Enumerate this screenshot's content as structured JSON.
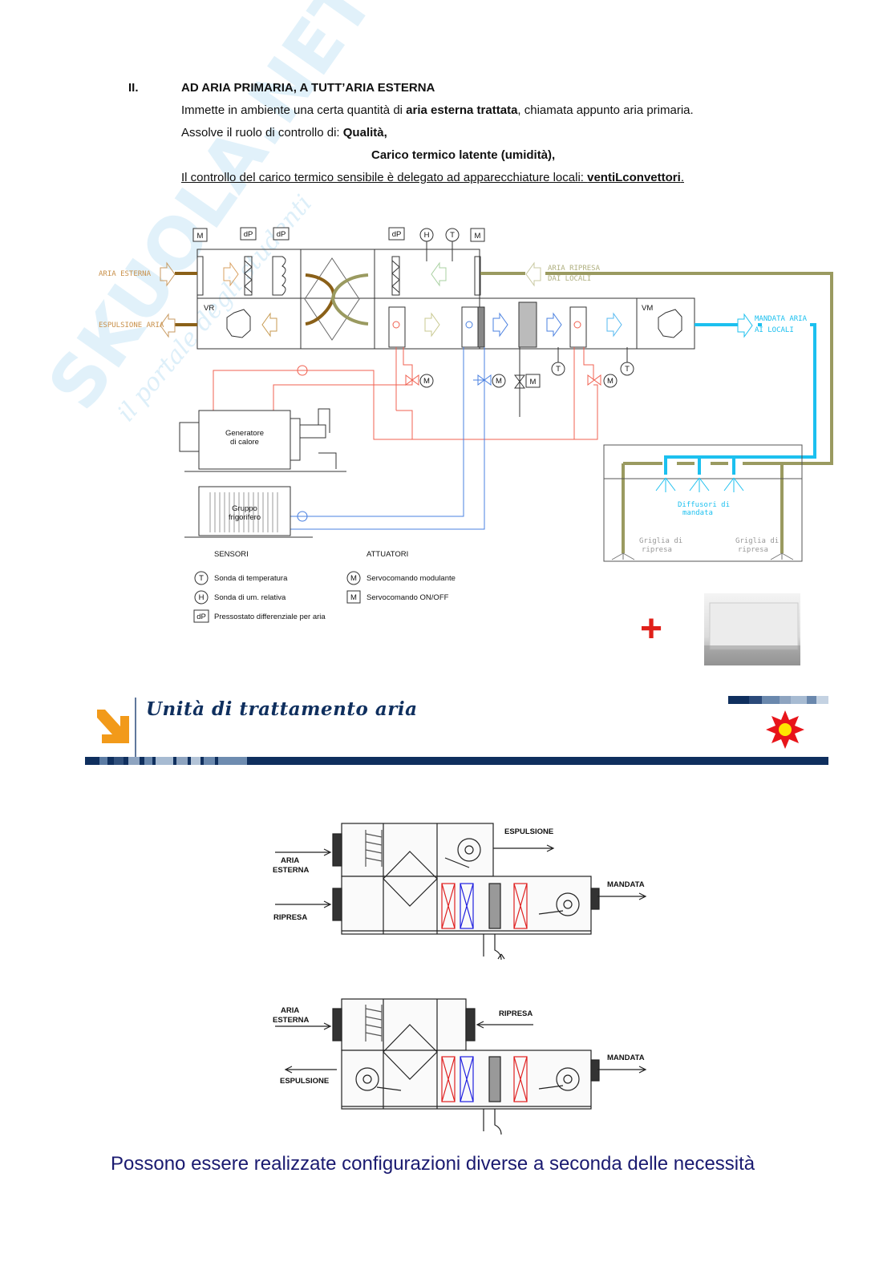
{
  "watermark": {
    "logo": "SKUOLA.NET",
    "tagline": "il portale degli studenti"
  },
  "section": {
    "number": "II.",
    "heading": "AD ARIA PRIMARIA, A TUTT’ARIA ESTERNA",
    "line1_pre": "Immette in ambiente una certa quantità di ",
    "line1_bold": "aria esterna trattata",
    "line1_post": ", chiamata appunto aria primaria.",
    "line2_pre": "Assolve il ruolo di controllo di:  ",
    "line2_bold": "Qualità,",
    "line3_bold": "Carico termico latente (umidità),",
    "line4_pre": "Il controllo del carico termico sensibile è delegato ad apparecchiature locali: ",
    "line4_bold": "ventiLconvettori",
    "line4_post": "."
  },
  "diagram1": {
    "labels": {
      "aria_esterna": "ARIA ESTERNA",
      "espulsione_aria": "ESPULSIONE ARIA",
      "aria_ripresa_1": "ARIA RIPRESA",
      "aria_ripresa_2": "DAI LOCALI",
      "mandata_1": "MANDATA ARIA",
      "mandata_2": "AI LOCALI",
      "vr": "VR",
      "vm": "VM",
      "generatore_1": "Generatore",
      "generatore_2": "di calore",
      "gruppo_1": "Gruppo",
      "gruppo_2": "frigorifero",
      "diffusori_1": "Diffusori di",
      "diffusori_2": "mandata",
      "griglia_1": "Griglia di",
      "griglia_2": "ripresa"
    },
    "symbols": {
      "m": "M",
      "dp": "dP",
      "h": "H",
      "t": "T"
    },
    "legend": {
      "sensors_title": "SENSORI",
      "actuators_title": "ATTUATORI",
      "sensors": [
        {
          "symbol": "T",
          "label": "Sonda di temperatura"
        },
        {
          "symbol": "H",
          "label": "Sonda di um. relativa"
        },
        {
          "symbol": "dP",
          "label": "Pressostato differenziale per aria"
        }
      ],
      "actuators": [
        {
          "symbol": "M",
          "label": "Servocomando modulante"
        },
        {
          "symbol": "M",
          "label": "Servocomando ON/OFF"
        }
      ]
    },
    "plus": "+"
  },
  "slide": {
    "title": "Unità di trattamento aria"
  },
  "diagram2": {
    "aria_1": "ARIA",
    "aria_2": "ESTERNA",
    "ripresa": "RIPRESA",
    "espulsione": "ESPULSIONE",
    "mandata": "MANDATA"
  },
  "diagram3": {
    "aria_1": "ARIA",
    "aria_2": "ESTERNA",
    "ripresa": "RIPRESA",
    "espulsione": "ESPULSIONE",
    "mandata": "MANDATA"
  },
  "caption": "Possono essere realizzate configurazioni diverse a seconda delle necessità",
  "colors": {
    "navy": "#0f2f5e",
    "orange": "#f29a1a",
    "brown": "#8a6018",
    "olive": "#9a9a60",
    "cyan": "#1cc0ef",
    "red": "#f06050",
    "blue": "#4a80e0"
  }
}
